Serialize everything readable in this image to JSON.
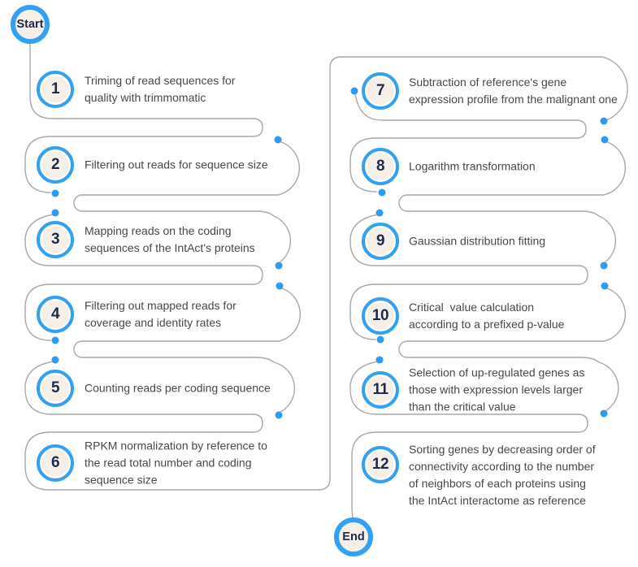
{
  "flow": {
    "start_label": "Start",
    "end_label": "End",
    "steps": [
      {
        "num": "1",
        "text": "Triming of read sequences for\nquality with trimmomatic"
      },
      {
        "num": "2",
        "text": "Filtering out reads for sequence size"
      },
      {
        "num": "3",
        "text": "Mapping reads on the coding\nsequences of the IntAct's proteins"
      },
      {
        "num": "4",
        "text": "Filtering out mapped reads for\ncoverage and identity rates"
      },
      {
        "num": "5",
        "text": "Counting reads per coding sequence"
      },
      {
        "num": "6",
        "text": "RPKM normalization by reference to\nthe read total number and coding\nsequence size"
      },
      {
        "num": "7",
        "text": "Subtraction of reference's gene\nexpression profile from the malignant one"
      },
      {
        "num": "8",
        "text": "Logarithm transformation"
      },
      {
        "num": "9",
        "text": "Gaussian distribution fitting"
      },
      {
        "num": "10",
        "text": "Critical  value calculation\naccording to a prefixed p-value"
      },
      {
        "num": "11",
        "text": "Selection of up-regulated genes as\nthose with expression levels larger\nthan the critical value"
      },
      {
        "num": "12",
        "text": "Sorting genes by decreasing order of\nconnectivity according to the number\nof neighbors of each proteins using\nthe IntAct interactome as reference"
      }
    ]
  },
  "colors": {
    "accent_blue": "#32a1f3",
    "dot_blue": "#2d9bf0",
    "node_fill_cream": "#f6efe7",
    "number_navy": "#1b2a4d",
    "line_gray": "#a9a9a9",
    "text_gray": "#45484c",
    "background": "#ffffff"
  }
}
